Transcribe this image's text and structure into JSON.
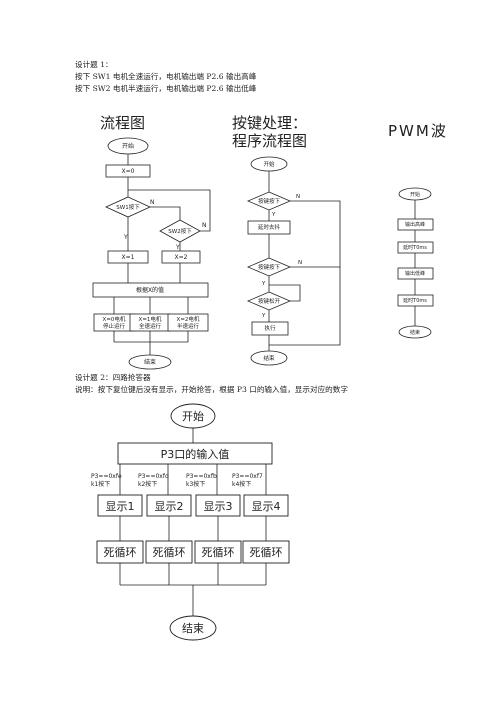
{
  "design1": {
    "title": "设计题 1：",
    "line1": "按下 SW1 电机全速运行，电机输出端 P2.6 输出高峰",
    "line2": "按下 SW2 电机半速运行，电机输出端 P2.6 输出低峰"
  },
  "headings": {
    "flow": "流程图",
    "key_line1": "按键处理：",
    "key_line2": "程序流程图",
    "pwm": "PWM波"
  },
  "flow1": {
    "start": "开始",
    "init": "X=0",
    "sw1": "SW1按下",
    "sw2": "SW2按下",
    "n1": "N",
    "n2": "N",
    "y1": "Y",
    "y2": "Y",
    "x1": "X=1",
    "x2": "X=2",
    "by_x": "根据X的值",
    "case0": [
      "X=0电机",
      "停止运行"
    ],
    "case1": [
      "X=1电机",
      "全速运行"
    ],
    "case2": [
      "X=2电机",
      "半速运行"
    ],
    "end": "结束"
  },
  "flow2": {
    "start": "开始",
    "d1": "按键按下",
    "delay": "延时去抖",
    "d2": "按键按下",
    "d3": "按键松开",
    "exec": "执行",
    "end": "结束",
    "n1": "N",
    "n2": "N",
    "y1": "Y",
    "y2": "Y",
    "y3": "Y"
  },
  "flow3": {
    "start": "开始",
    "out_high": "输出高峰",
    "delay_t1": "延时T0ms",
    "out_low": "输出低峰",
    "delay_t2": "延时T0ms",
    "end": "结束"
  },
  "design2": {
    "title": "设计题 2：四路抢答器",
    "desc": "说明：按下复位键后没有显示，开始抢答，根据 P3 口的输入值，显示对应的数字"
  },
  "flow4": {
    "start": "开始",
    "input": "P3口的输入值",
    "cond": [
      [
        "P3==0xfe",
        "k1按下"
      ],
      [
        "P3==0xfd",
        "k2按下"
      ],
      [
        "P3==0xfb",
        "k3按下"
      ],
      [
        "P3==0xf7",
        "k4按下"
      ]
    ],
    "show": [
      "显示1",
      "显示2",
      "显示3",
      "显示4"
    ],
    "loop": [
      "死循环",
      "死循环",
      "死循环",
      "死循环"
    ],
    "end": "结束"
  }
}
